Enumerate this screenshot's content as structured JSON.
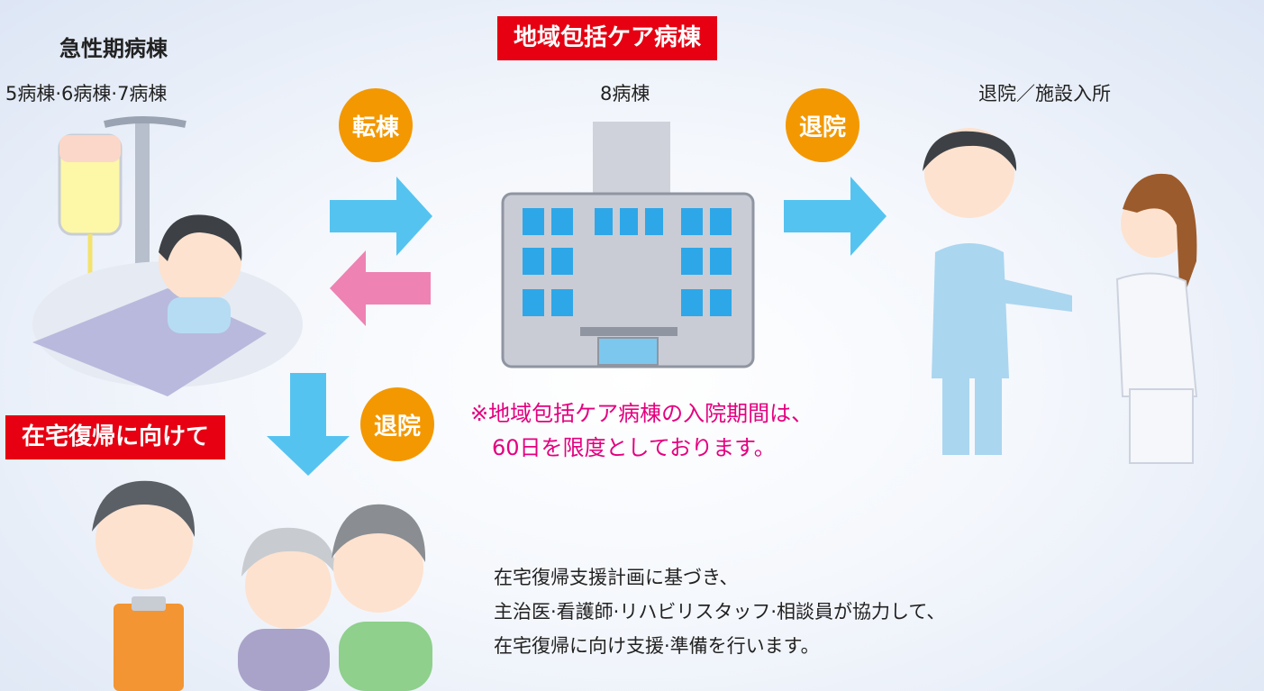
{
  "acute": {
    "title": "急性期病棟",
    "wards": "5病棟·6病棟·7病棟"
  },
  "community_care": {
    "label": "地域包括ケア病棟",
    "ward": "8病棟"
  },
  "discharge_destination": "退院／施設入所",
  "badges": {
    "transfer": "転棟",
    "discharge_right": "退院",
    "discharge_bottom": "退院"
  },
  "home_return_label": "在宅復帰に向けて",
  "note": {
    "line1": "※地域包括ケア病棟の入院期間は、",
    "line2": "60日を限度としております。"
  },
  "description": {
    "line1": "在宅復帰支援計画に基づき、",
    "line2": "主治医·看護師·リハビリスタッフ·相談員が協力して、",
    "line3": "在宅復帰に向け支援·準備を行います。"
  },
  "colors": {
    "red": "#e60012",
    "orange": "#f39800",
    "blue_arrow": "#55c3f0",
    "pink_arrow": "#ee82b3",
    "note_pink": "#e4007f"
  }
}
